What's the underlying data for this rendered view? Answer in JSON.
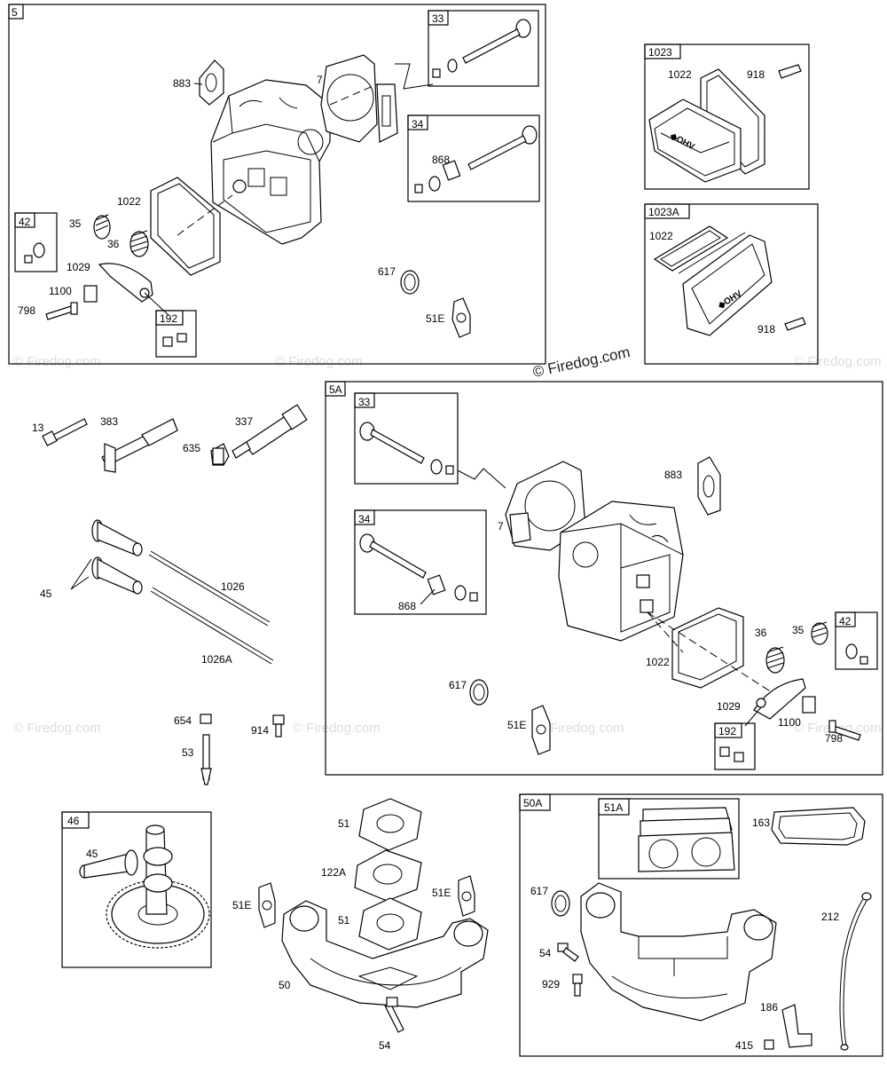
{
  "watermark": {
    "text": "© Firedog.com",
    "main_text": "© Firedog.com"
  },
  "groups": {
    "g5": "5",
    "g33a": "33",
    "g34a": "34",
    "g42a": "42",
    "g192a": "192",
    "g1023": "1023",
    "g1023A": "1023A",
    "g5A": "5A",
    "g33b": "33",
    "g34b": "34",
    "g42b": "42",
    "g192b": "192",
    "g46": "46",
    "g50A": "50A",
    "g51A": "51A"
  },
  "labels": {
    "l883a": "883",
    "l7a": "7",
    "l868a": "868",
    "l1022a": "1022",
    "l35a": "35",
    "l36a": "36",
    "l1029a": "1029",
    "l1100a": "1100",
    "l798a": "798",
    "l617a": "617",
    "l51Ea": "51E",
    "l1022b": "1022",
    "l918b": "918",
    "l1022c": "1022",
    "l918c": "918",
    "l13": "13",
    "l383": "383",
    "l337": "337",
    "l635": "635",
    "l45a": "45",
    "l1026": "1026",
    "l1026A": "1026A",
    "l654": "654",
    "l914": "914",
    "l53": "53",
    "l883b": "883",
    "l7b": "7",
    "l868b": "868",
    "l1022d": "1022",
    "l36b": "36",
    "l35b": "35",
    "l617b": "617",
    "l51Eb": "51E",
    "l1029b": "1029",
    "l1100b": "1100",
    "l798b": "798",
    "l45b": "45",
    "l51a": "51",
    "l122A": "122A",
    "l51b": "51",
    "l51Ec": "51E",
    "l51Ed": "51E",
    "l50": "50",
    "l54a": "54",
    "l163": "163",
    "l617c": "617",
    "l212": "212",
    "l54b": "54",
    "l929": "929",
    "l186": "186",
    "l415": "415"
  }
}
